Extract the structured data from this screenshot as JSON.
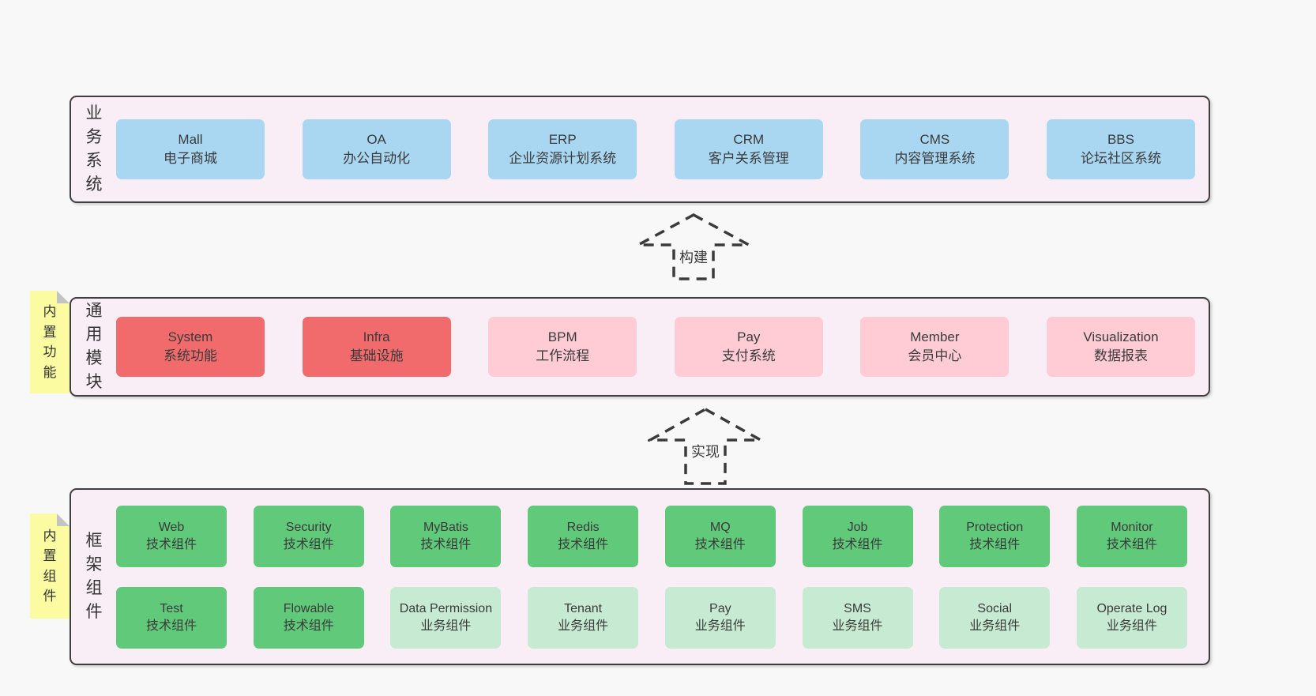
{
  "colors": {
    "page_bg": "#f8f8f8",
    "band_bg": "#f9edf6",
    "band_border": "#3f3f3f",
    "blue_box": "#a9d7f2",
    "red_box": "#f16b6d",
    "pink_box": "#ffccd5",
    "green_box": "#60c97a",
    "light_green_box": "#c7ebd2",
    "sticky_bg": "#fbfba1",
    "sticky_fold": "#c3c3c3",
    "text": "#333333"
  },
  "bands": [
    {
      "id": "business-systems",
      "label": "业务系统",
      "sticky": null,
      "boxes": [
        {
          "name": "Mall",
          "desc": "电子商城",
          "variant": "blue"
        },
        {
          "name": "OA",
          "desc": "办公自动化",
          "variant": "blue"
        },
        {
          "name": "ERP",
          "desc": "企业资源计划系统",
          "variant": "blue"
        },
        {
          "name": "CRM",
          "desc": "客户关系管理",
          "variant": "blue"
        },
        {
          "name": "CMS",
          "desc": "内容管理系统",
          "variant": "blue"
        },
        {
          "name": "BBS",
          "desc": "论坛社区系统",
          "variant": "blue"
        }
      ]
    },
    {
      "id": "common-modules",
      "label": "通用模块",
      "sticky": "内置功能",
      "boxes": [
        {
          "name": "System",
          "desc": "系统功能",
          "variant": "red"
        },
        {
          "name": "Infra",
          "desc": "基础设施",
          "variant": "red"
        },
        {
          "name": "BPM",
          "desc": "工作流程",
          "variant": "pink"
        },
        {
          "name": "Pay",
          "desc": "支付系统",
          "variant": "pink"
        },
        {
          "name": "Member",
          "desc": "会员中心",
          "variant": "pink"
        },
        {
          "name": "Visualization",
          "desc": "数据报表",
          "variant": "pink"
        }
      ]
    },
    {
      "id": "framework-components",
      "label": "框架组件",
      "sticky": "内置组件",
      "rows": [
        [
          {
            "name": "Web",
            "desc": "技术组件",
            "variant": "green"
          },
          {
            "name": "Security",
            "desc": "技术组件",
            "variant": "green"
          },
          {
            "name": "MyBatis",
            "desc": "技术组件",
            "variant": "green"
          },
          {
            "name": "Redis",
            "desc": "技术组件",
            "variant": "green"
          },
          {
            "name": "MQ",
            "desc": "技术组件",
            "variant": "green"
          },
          {
            "name": "Job",
            "desc": "技术组件",
            "variant": "green"
          },
          {
            "name": "Protection",
            "desc": "技术组件",
            "variant": "green"
          },
          {
            "name": "Monitor",
            "desc": "技术组件",
            "variant": "green"
          }
        ],
        [
          {
            "name": "Test",
            "desc": "技术组件",
            "variant": "green"
          },
          {
            "name": "Flowable",
            "desc": "技术组件",
            "variant": "green"
          },
          {
            "name": "Data Permission",
            "desc": "业务组件",
            "variant": "lightgreen"
          },
          {
            "name": "Tenant",
            "desc": "业务组件",
            "variant": "lightgreen"
          },
          {
            "name": "Pay",
            "desc": "业务组件",
            "variant": "lightgreen"
          },
          {
            "name": "SMS",
            "desc": "业务组件",
            "variant": "lightgreen"
          },
          {
            "name": "Social",
            "desc": "业务组件",
            "variant": "lightgreen"
          },
          {
            "name": "Operate Log",
            "desc": "业务组件",
            "variant": "lightgreen"
          }
        ]
      ]
    }
  ],
  "arrows": [
    {
      "label": "构建"
    },
    {
      "label": "实现"
    }
  ]
}
